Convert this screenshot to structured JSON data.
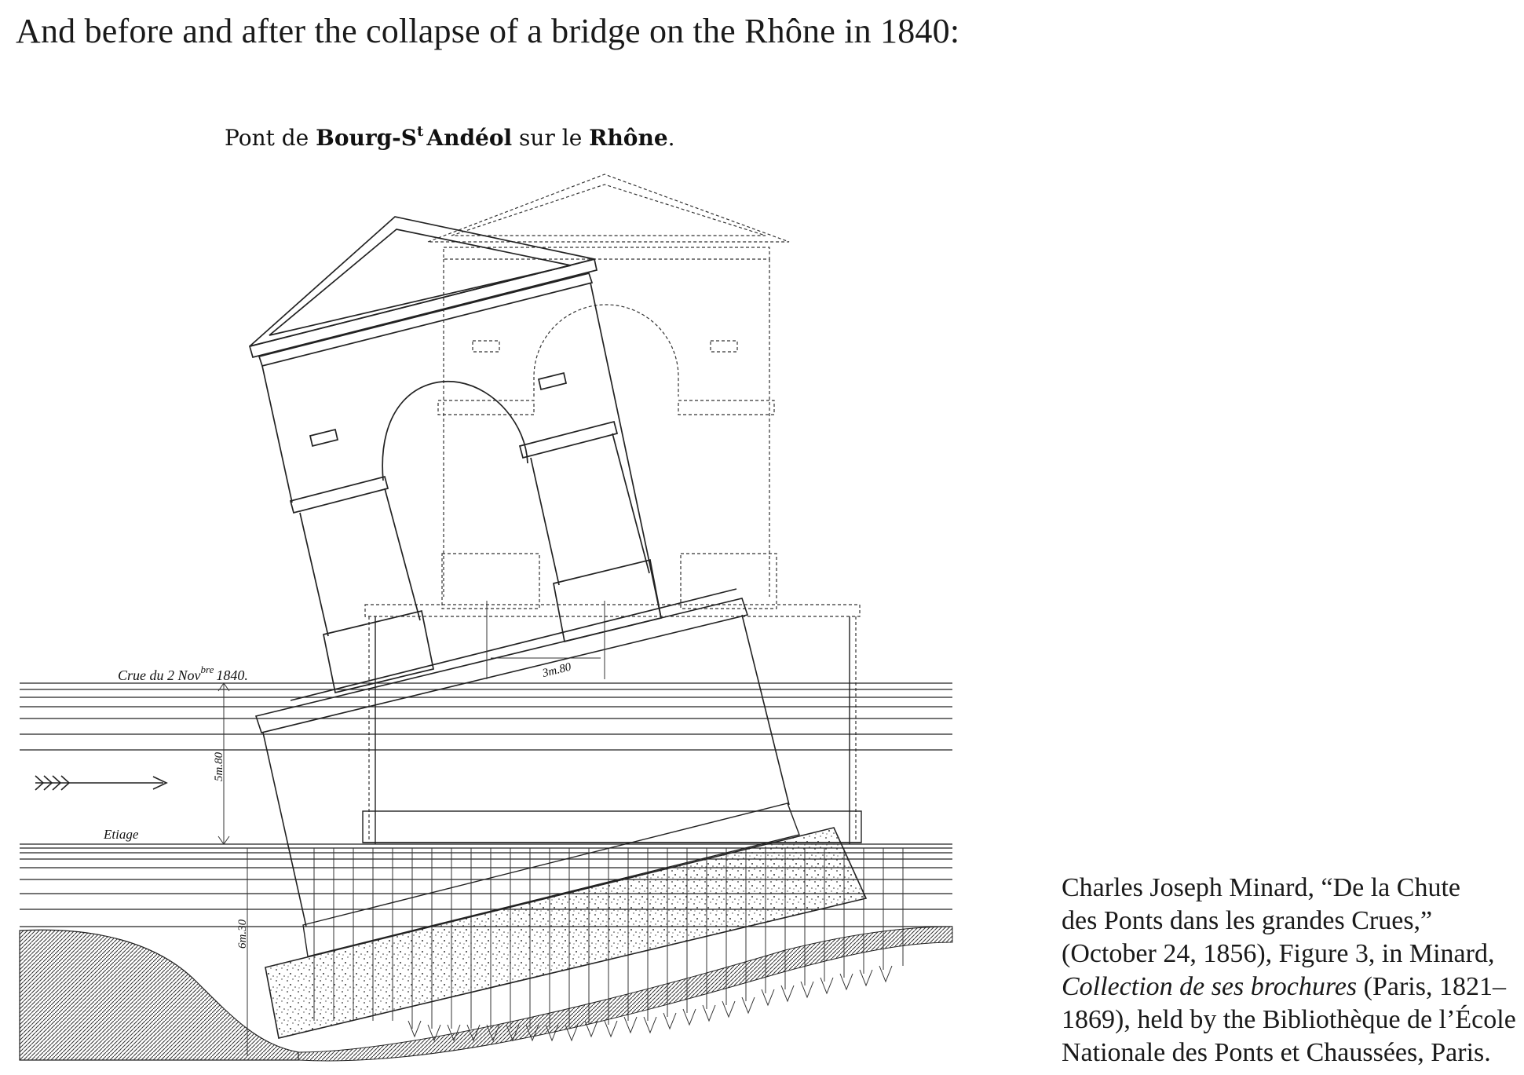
{
  "heading": "And before and after the collapse of a bridge on the Rhône in 1840:",
  "figure": {
    "title_prefix": "Pont de ",
    "title_bold": "Bourg-S",
    "title_superscript": "t",
    "title_bold2": "Andéol",
    "title_suffix": " sur le ",
    "title_river": "Rhône",
    "title_end": ".",
    "flood_label": "Crue du 2 Nov",
    "flood_label_sup": "bre",
    "flood_label_year": "1840.",
    "low_water_label": "Etiage",
    "dim_horizontal": "3m.80",
    "dim_vertical_upper": "5m.80",
    "dim_vertical_lower": "6m.30"
  },
  "caption": {
    "line1": "Charles Joseph Minard, “De la Chute",
    "line2": "des Ponts dans les grandes Crues,”",
    "line3": "(October 24, 1856), Figure 3, in Minard,",
    "line4_italic": "Collection de ses brochures",
    "line4_rest": " (Paris, 1821–",
    "line5": "1869), held by the Bibliothèque de l’École",
    "line6": "Nationale des Ponts et Chaussées, Paris."
  }
}
